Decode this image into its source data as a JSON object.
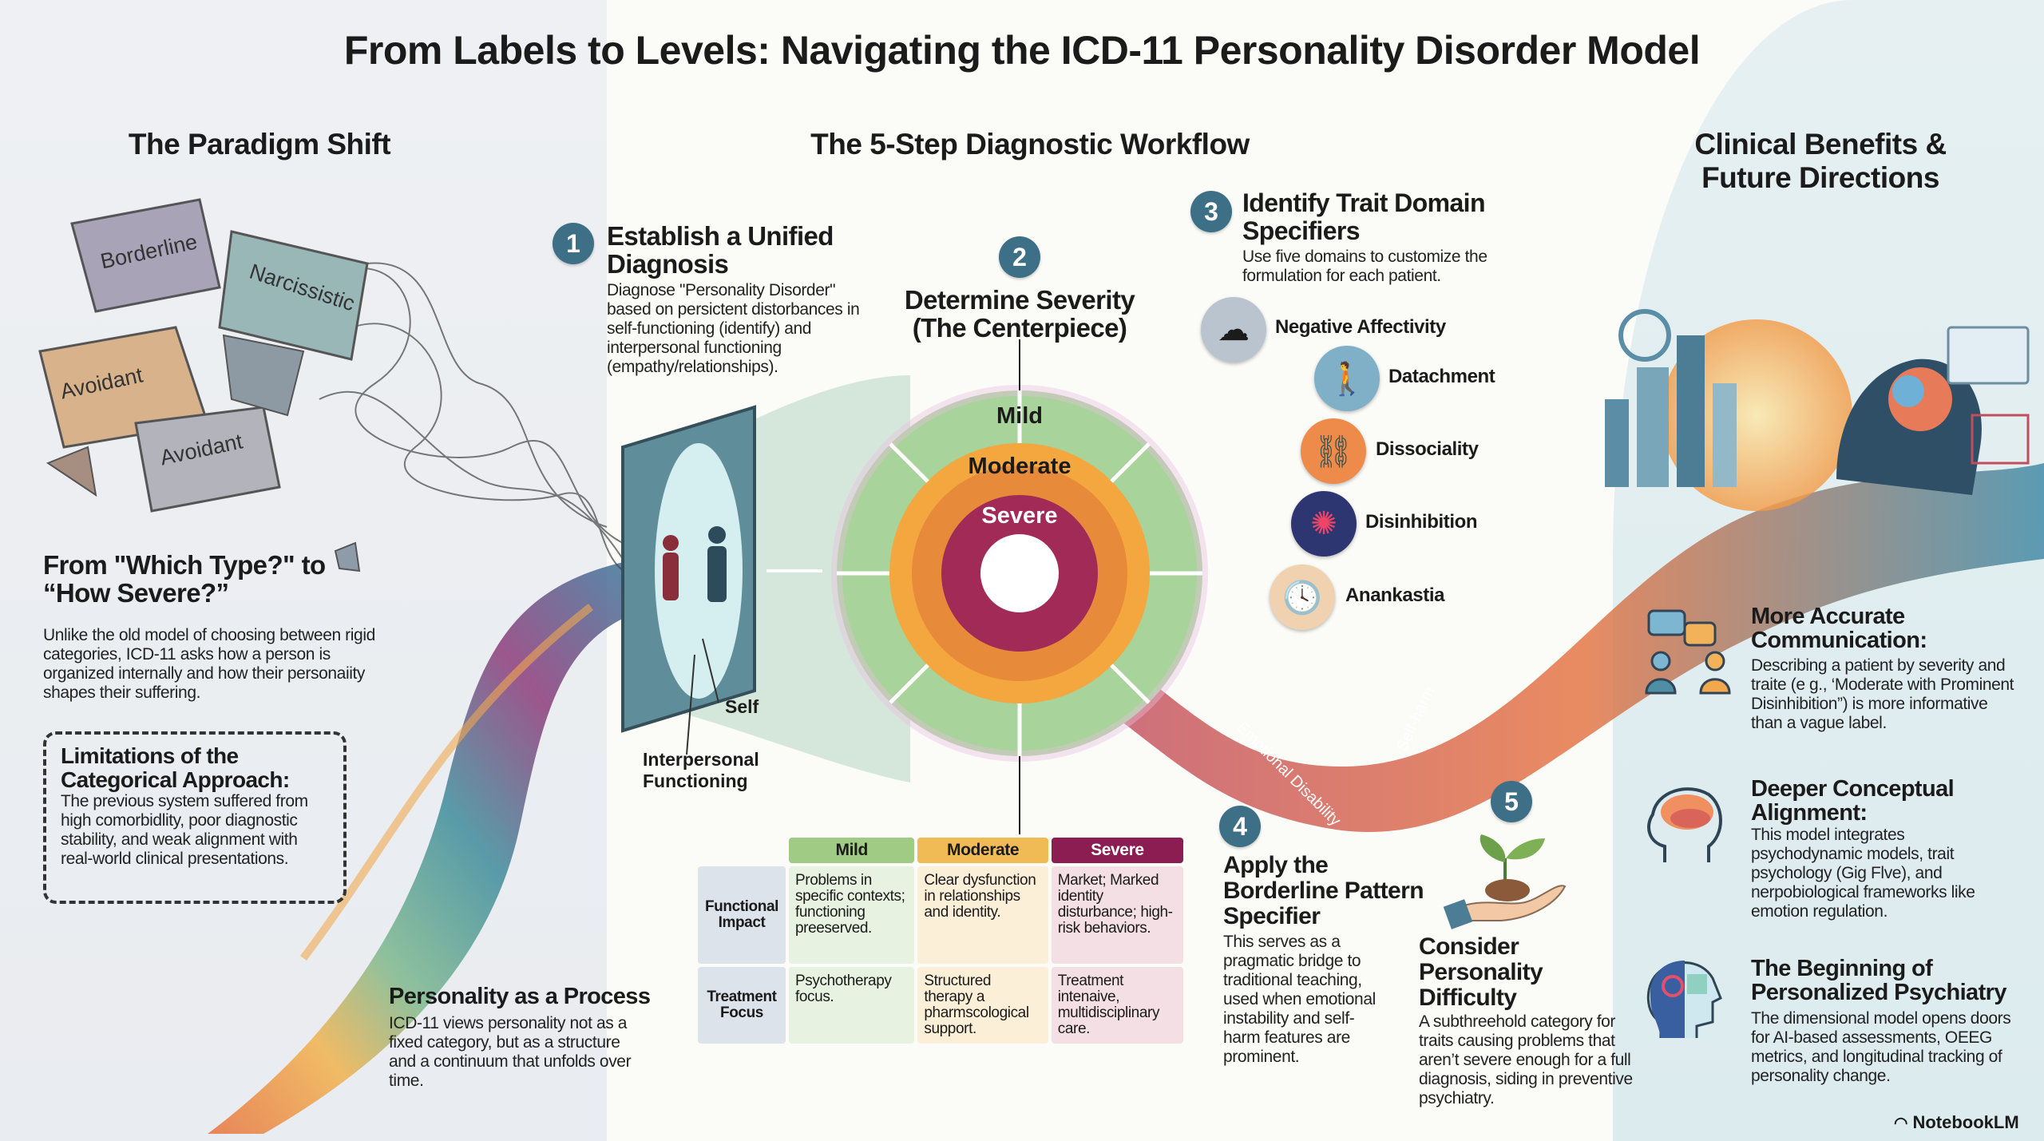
{
  "title": "From Labels to Levels: Navigating the ICD-11 Personality Disorder Model",
  "colors": {
    "step_badge": "#3d6f86",
    "mild": "#9fcb84",
    "moderate": "#f0bb55",
    "severe": "#8b1d52"
  },
  "left": {
    "heading": "The Paradigm Shift",
    "blocks": [
      "Borderline",
      "Narcissistic",
      "Avoidant",
      "Avoidant"
    ],
    "shift_title": "From \"Which Type?\" to “How Severe?”",
    "shift_body": "Unlike the old model of choosing between rigid categories, ICD-11 asks how a person is organized internally and how their personaiity shapes their suffering.",
    "limits_title": "Limitations of the Categorical Approach:",
    "limits_body": "The previous system suffered from high comorbidlity, poor diagnostic stability, and weak alignment with real-world clinical presentations.",
    "process_title": "Personality as a Process",
    "process_body": "ICD-11 views personality not as a fixed category, but as a structure and a continuum that unfolds over time."
  },
  "workflow": {
    "heading": "The 5-Step Diagnostic Workflow",
    "step1": {
      "num": "1",
      "title": "Establish a Unified Diagnosis",
      "body": "Diagnose \"Personality Disorder\" based on persictent distorbances in self-functioning (identify) and interpersonal functioning (empathy/relationships).",
      "self_label": "Self",
      "interpersonal_label": "Interpersonal Functioning"
    },
    "step2": {
      "num": "2",
      "title": "Determine Severity (The Centerpiece)",
      "rings": [
        "Mild",
        "Moderate",
        "Severe"
      ]
    },
    "table": {
      "headers": [
        "Mild",
        "Moderate",
        "Severe"
      ],
      "rows": [
        {
          "label": "Functional Impact",
          "cells": [
            "Problems in specific contexts; functioning preeserved.",
            "Clear dysfunction in relationships and identity.",
            "Market; Marked identity disturbance; high-risk behaviors."
          ]
        },
        {
          "label": "Treatment Focus",
          "cells": [
            "Psychotherapy focus.",
            "Structured therapy a pharmscological support.",
            "Treatment intenaive, multidisciplinary care."
          ]
        }
      ]
    },
    "step3": {
      "num": "3",
      "title": "Identify Trait Domain Specifiers",
      "body": "Use five domains to customize the formulation for each patient.",
      "traits": [
        {
          "label": "Negative Affectivity",
          "icon": "storm-cloud-icon"
        },
        {
          "label": "Datachment",
          "icon": "person-door-icon"
        },
        {
          "label": "Dissociality",
          "icon": "broken-chain-icon"
        },
        {
          "label": "Disinhibition",
          "icon": "fireworks-icon"
        },
        {
          "label": "Anankastia",
          "icon": "clock-gear-icon"
        }
      ]
    },
    "ribbon_labels": [
      "Emotional Disability",
      "Self-harm"
    ],
    "step4": {
      "num": "4",
      "title": "Apply the Borderline Pattern Specifier",
      "body": "This serves as a pragmatic bridge to traditional teaching, used when emotional instability and self-harm features are prominent."
    },
    "step5": {
      "num": "5",
      "title": "Consider Personality Difficulty",
      "body": "A subthreehold category for traits causing problems that aren’t severe enough for a full diagnosis, siding in preventive psychiatry."
    }
  },
  "right": {
    "heading": "Clinical Benefits & Future Directions",
    "benefits": [
      {
        "title": "More Accurate Communication:",
        "body": "Describing a patient by severity and traite (e g., ‘Moderate with Prominent Disinhibition”) is more informative than a vague label."
      },
      {
        "title": "Deeper Conceptual Alignment:",
        "body": "This model integrates psychodynamic models, trait psychology (Gig Flve), and nerpobiological frameworks like emotion regulation."
      },
      {
        "title": "The Beginning of Personalized Psychiatry",
        "body": "The dimensional model opens doors for AI-based assessments, OEEG metrics, and longitudinal tracking of personality change."
      }
    ]
  },
  "footer": {
    "brand": "NotebookLM"
  }
}
